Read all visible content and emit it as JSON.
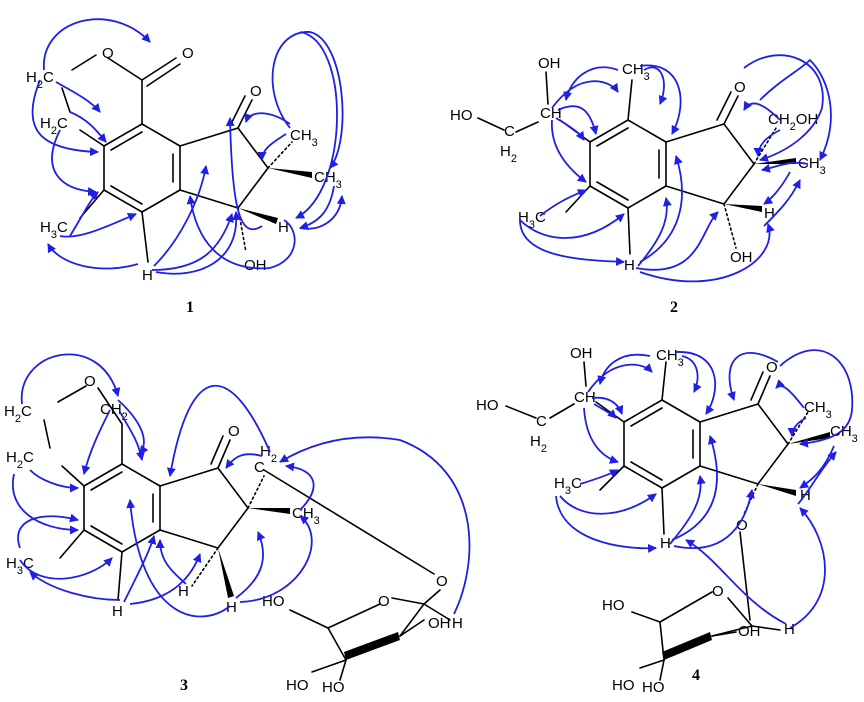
{
  "colors": {
    "bond": "#000000",
    "correlation_arrow": "#1f1fe6",
    "background": "#ffffff"
  },
  "compounds": [
    {
      "number": "1",
      "labels": {
        "carbonyl_o_ester": "O",
        "ester_o": "O",
        "h2c_top": "H2C",
        "h2c_mid": "H2C",
        "ketone_o": "O",
        "ch3_a": "CH3",
        "ch3_b": "CH3",
        "h3c": "H3C",
        "h_ring": "H",
        "h_benzylic": "H",
        "oh": "OH"
      }
    },
    {
      "number": "2",
      "labels": {
        "oh_top": "OH",
        "ho_left": "HO",
        "ch": "CH",
        "c": "C",
        "h2": "H2",
        "ch3_top": "CH3",
        "ketone_o": "O",
        "ch2oh": "CH2OH",
        "ch3": "CH3",
        "h3c": "H3C",
        "h_benzylic": "H",
        "oh": "OH",
        "h_ring": "H"
      }
    },
    {
      "number": "3",
      "labels": {
        "ether_o": "O",
        "h2c_top": "H2C",
        "ch2": "CH2",
        "h2c_mid": "H2C",
        "ketone_o": "O",
        "h2": "H2",
        "c": "C",
        "ch3": "CH3",
        "h3c": "H3C",
        "h_ring": "H",
        "h_a": "H",
        "h_b": "H",
        "glyco_o": "O",
        "ring_o": "O",
        "ho_a": "HO",
        "oh_a": "OH",
        "h_anomeric": "H",
        "ho_b": "HO",
        "ho_c": "HO"
      }
    },
    {
      "number": "4",
      "labels": {
        "oh_top": "OH",
        "ho_left": "HO",
        "ch": "CH",
        "c": "C",
        "h2": "H2",
        "ch3_top": "CH3",
        "ketone_o": "O",
        "ch3_a": "CH3",
        "ch3_b": "CH3",
        "h3c": "H3C",
        "h_benzylic": "H",
        "glyco_o": "O",
        "h_ring": "H",
        "ring_o": "O",
        "ho_a": "HO",
        "oh_a": "OH",
        "h_anomeric": "H",
        "ho_b": "HO",
        "ho_c": "HO"
      }
    }
  ]
}
